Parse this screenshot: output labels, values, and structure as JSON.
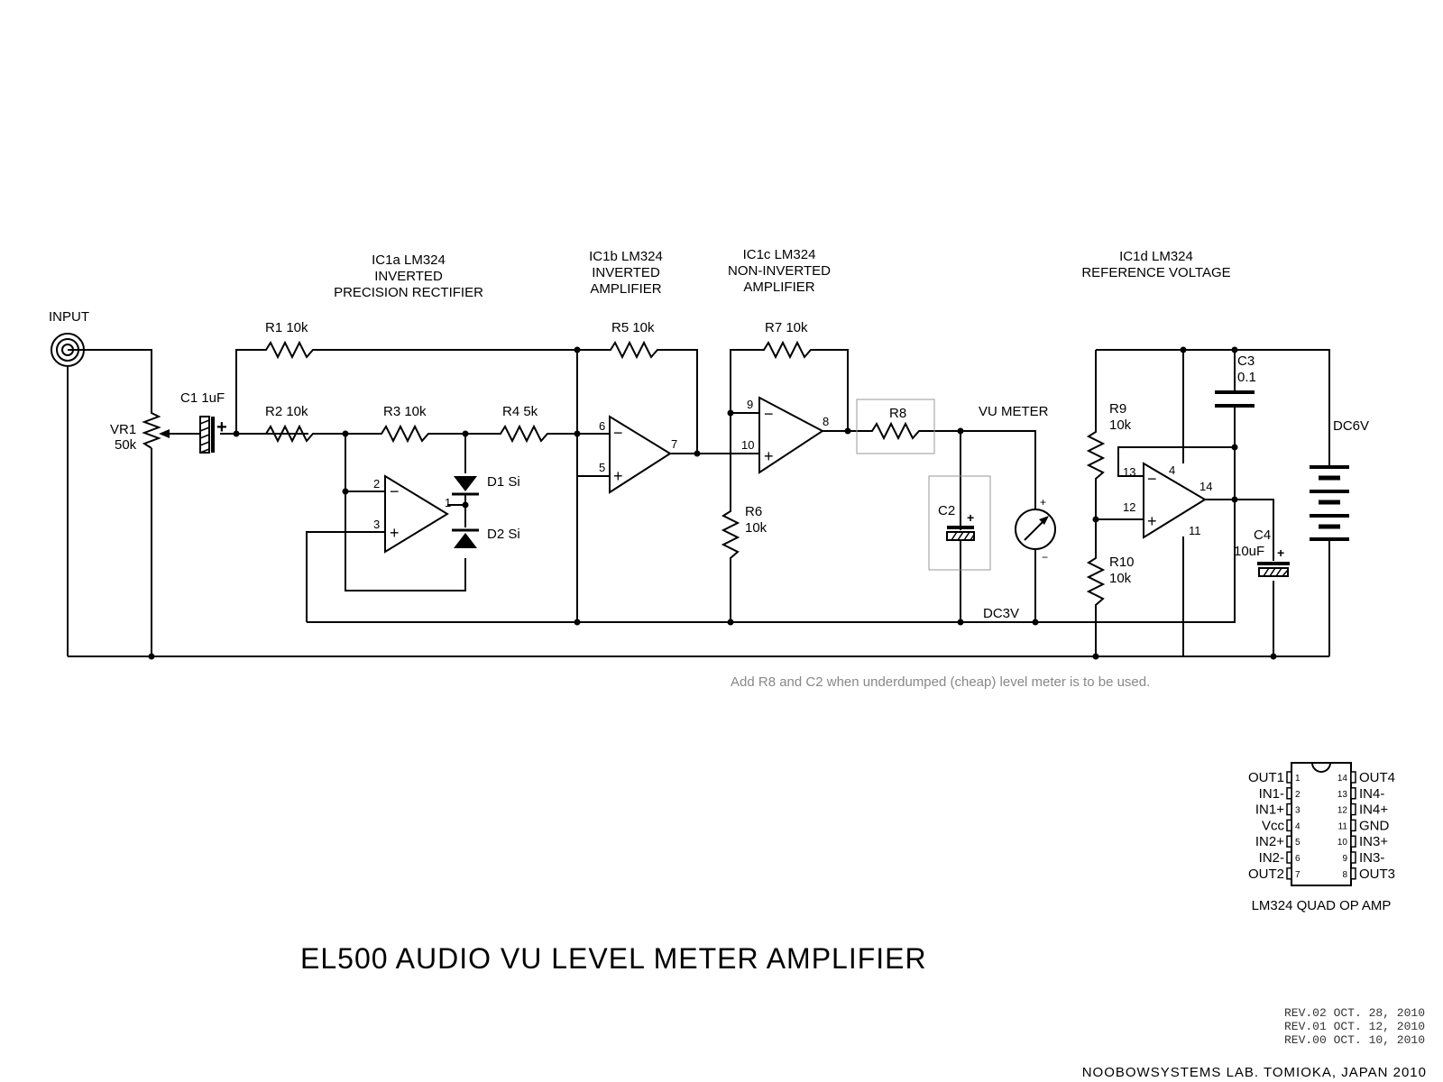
{
  "title": "EL500 AUDIO VU LEVEL METER AMPLIFIER",
  "credit": "NOOBOWSYSTEMS LAB. TOMIOKA, JAPAN 2010",
  "revisions": [
    "REV.02 OCT. 28, 2010",
    "REV.01 OCT. 12, 2010",
    "REV.00 OCT. 10, 2010"
  ],
  "note": "Add R8 and C2 when underdumped (cheap) level meter is to be used.",
  "blocks": {
    "ic1a": [
      "IC1a LM324",
      "INVERTED",
      "PRECISION RECTIFIER"
    ],
    "ic1b": [
      "IC1b LM324",
      "INVERTED",
      "AMPLIFIER"
    ],
    "ic1c": [
      "IC1c LM324",
      "NON-INVERTED",
      "AMPLIFIER"
    ],
    "ic1d": [
      "IC1d LM324",
      "REFERENCE VOLTAGE"
    ]
  },
  "components": {
    "input": "INPUT",
    "vr1": [
      "VR1",
      "50k"
    ],
    "c1": "C1 1uF",
    "r1": "R1 10k",
    "r2": "R2 10k",
    "r3": "R3 10k",
    "r4": "R4 5k",
    "r5": "R5 10k",
    "r6": [
      "R6",
      "10k"
    ],
    "r7": "R7 10k",
    "r8": "R8",
    "r9": [
      "R9",
      "10k"
    ],
    "r10": [
      "R10",
      "10k"
    ],
    "c2": "C2",
    "c3": [
      "C3",
      "0.1"
    ],
    "c4": [
      "C4",
      "10uF"
    ],
    "d1": "D1 Si",
    "d2": "D2 Si",
    "vu": "VU METER",
    "dc3v": "DC3V",
    "dc6v": "DC6V"
  },
  "pins": {
    "ic1a": {
      "inv": "2",
      "noninv": "3",
      "out": "1"
    },
    "ic1b": {
      "inv": "6",
      "noninv": "5",
      "out": "7"
    },
    "ic1c": {
      "inv": "9",
      "noninv": "10",
      "out": "8"
    },
    "ic1d": {
      "inv": "13",
      "noninv": "12",
      "out": "14",
      "vcc": "4",
      "gnd": "11"
    }
  },
  "symbols": {
    "minus": "−",
    "plus": "+"
  },
  "pinout": {
    "caption": "LM324 QUAD OP AMP",
    "left": [
      {
        "n": "1",
        "name": "OUT1"
      },
      {
        "n": "2",
        "name": "IN1-"
      },
      {
        "n": "3",
        "name": "IN1+"
      },
      {
        "n": "4",
        "name": "Vcc"
      },
      {
        "n": "5",
        "name": "IN2+"
      },
      {
        "n": "6",
        "name": "IN2-"
      },
      {
        "n": "7",
        "name": "OUT2"
      }
    ],
    "right": [
      {
        "n": "14",
        "name": "OUT4"
      },
      {
        "n": "13",
        "name": "IN4-"
      },
      {
        "n": "12",
        "name": "IN4+"
      },
      {
        "n": "11",
        "name": "GND"
      },
      {
        "n": "10",
        "name": "IN3+"
      },
      {
        "n": "9",
        "name": "IN3-"
      },
      {
        "n": "8",
        "name": "OUT3"
      }
    ]
  }
}
